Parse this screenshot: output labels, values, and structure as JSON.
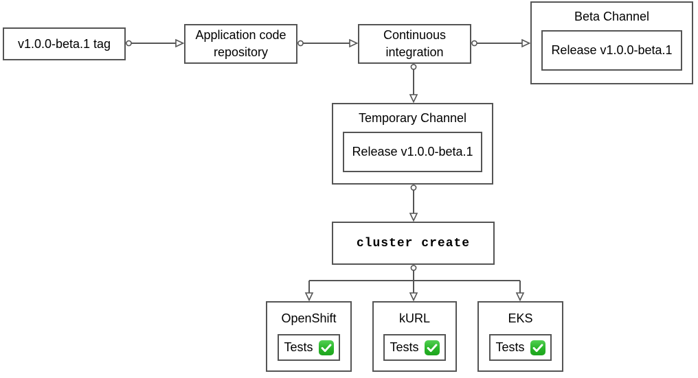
{
  "diagram": {
    "description": "Beta release CI pipeline flowchart",
    "colors": {
      "background": "#ffffff",
      "node_border": "#545454",
      "connector": "#545454",
      "text": "#000000",
      "check_green": "#28b428",
      "check_mark_white": "#ffffff"
    },
    "nodes": {
      "tag": {
        "label": "v1.0.0-beta.1 tag"
      },
      "repository": {
        "label": "Application code repository"
      },
      "ci": {
        "label": "Continuous integration"
      },
      "beta_channel": {
        "title": "Beta Channel",
        "release_label": "Release v1.0.0-beta.1"
      },
      "temporary_channel": {
        "title": "Temporary Channel",
        "release_label": "Release v1.0.0-beta.1"
      },
      "cluster_create": {
        "label": "cluster create"
      },
      "platforms": [
        {
          "title": "OpenShift",
          "tests_label": "Tests",
          "icon": "check-icon"
        },
        {
          "title": "kURL",
          "tests_label": "Tests",
          "icon": "check-icon"
        },
        {
          "title": "EKS",
          "tests_label": "Tests",
          "icon": "check-icon"
        }
      ]
    },
    "edges": [
      "tag -> repository",
      "repository -> ci",
      "ci -> beta_channel",
      "ci -> temporary_channel",
      "temporary_channel -> cluster_create",
      "cluster_create -> openshift",
      "cluster_create -> kurl",
      "cluster_create -> eks"
    ]
  }
}
